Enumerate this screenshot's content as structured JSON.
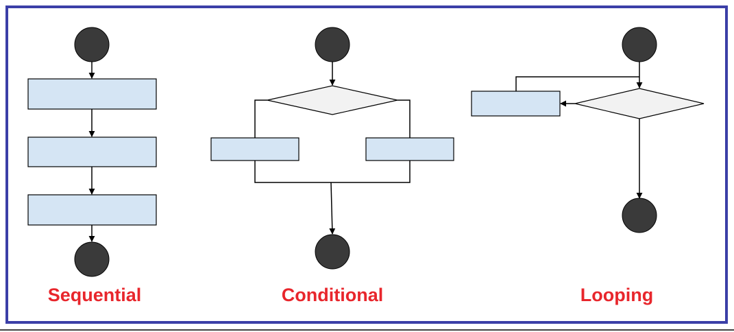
{
  "panels": [
    {
      "id": "sequential",
      "label": "Sequential"
    },
    {
      "id": "conditional",
      "label": "Conditional"
    },
    {
      "id": "looping",
      "label": "Looping"
    }
  ],
  "colors": {
    "frame": "#3b3fa7",
    "label": "#e8262c",
    "terminal_fill": "#3a3a3a",
    "process_fill": "#d5e5f4",
    "decision_fill": "#f2f2f2",
    "stroke": "#000000",
    "connector": "#000000"
  },
  "icons": {
    "terminal": "filled-circle",
    "process": "rectangle",
    "decision": "diamond"
  }
}
